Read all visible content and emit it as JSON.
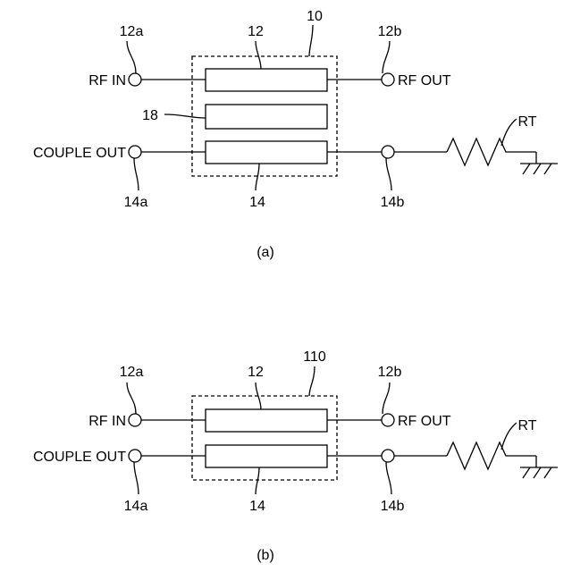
{
  "figure_a": {
    "label": "(a)",
    "coupler_ref": "10",
    "main_line_ref": "12",
    "sub_line_ref": "14",
    "stub_ref": "18",
    "port_rf_in_ref": "12a",
    "port_rf_out_ref": "12b",
    "port_couple_out_ref": "14a",
    "port_term_ref": "14b",
    "rf_in_label": "RF IN",
    "rf_out_label": "RF OUT",
    "couple_out_label": "COUPLE OUT",
    "resistor_label": "RT"
  },
  "figure_b": {
    "label": "(b)",
    "coupler_ref": "110",
    "main_line_ref": "12",
    "sub_line_ref": "14",
    "port_rf_in_ref": "12a",
    "port_rf_out_ref": "12b",
    "port_couple_out_ref": "14a",
    "port_term_ref": "14b",
    "rf_in_label": "RF IN",
    "rf_out_label": "RF OUT",
    "couple_out_label": "COUPLE OUT",
    "resistor_label": "RT"
  }
}
